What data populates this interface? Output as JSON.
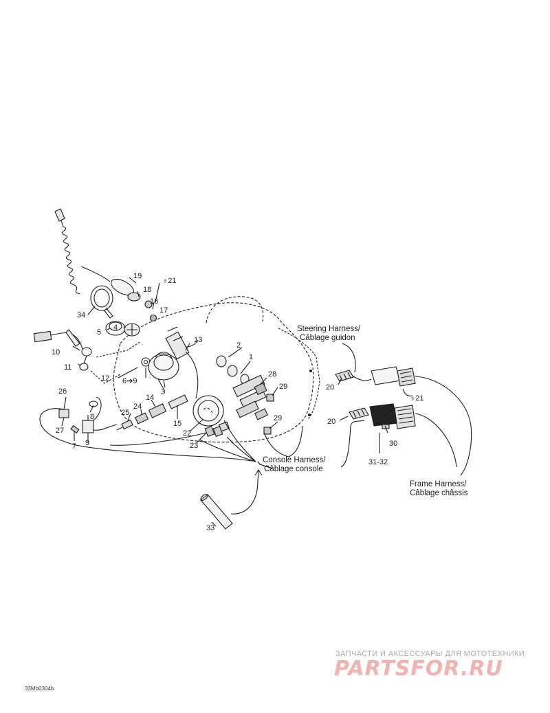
{
  "callouts": [
    "19",
    "18",
    "♁21",
    "16",
    "17",
    "34",
    "5",
    "4",
    "10",
    "11",
    "12",
    "6➔9",
    "3",
    "13",
    "2",
    "1",
    "28",
    "29",
    "29",
    "26",
    "27",
    "8",
    "7",
    "9",
    "25",
    "24",
    "14",
    "15",
    "22",
    "23",
    "20",
    "20",
    "♁21",
    "30",
    "31-32",
    "33"
  ],
  "harness_labels": {
    "steering": [
      "Steering Harness/",
      "Câblage guidon"
    ],
    "console": [
      "Console Harness/",
      "Câblage console"
    ],
    "frame": [
      "Frame Harness/",
      "Câblage châssis"
    ]
  },
  "watermark": {
    "tagline": "ЗАПЧАСТИ И АКСЕССУАРЫ ДЛЯ МОТОТЕХНИКИ",
    "logo": "PARTSFOR.RU"
  },
  "figure_code": "33Mb0304b"
}
